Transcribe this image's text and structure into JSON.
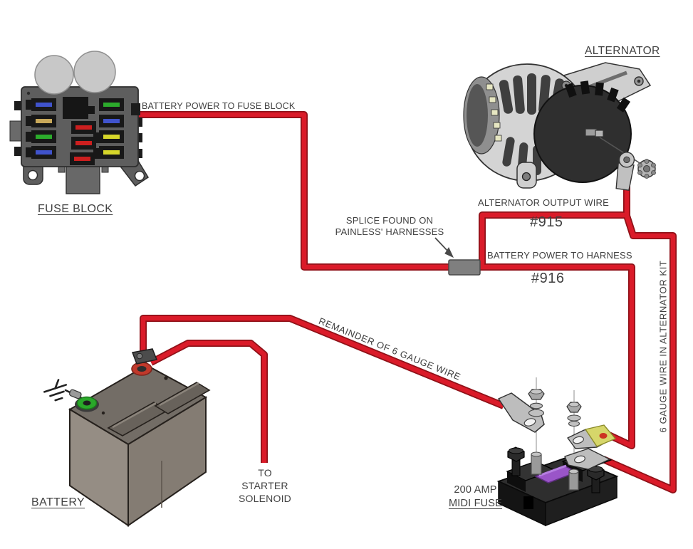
{
  "diagram_type": "automotive charging system wiring diagram",
  "labels": {
    "fuse_block": "FUSE BLOCK",
    "alternator": "ALTERNATOR",
    "battery": "BATTERY",
    "midi_fuse_amp": "200 AMP",
    "midi_fuse_name": "MIDI FUSE",
    "battery_power_to_fuse_block": "BATTERY POWER TO FUSE BLOCK",
    "alternator_output_wire": "ALTERNATOR OUTPUT WIRE",
    "wire_915": "#915",
    "splice_line1": "SPLICE FOUND ON",
    "splice_line2": "PAINLESS' HARNESSES",
    "battery_power_to_harness": "BATTERY POWER TO HARNESS",
    "wire_916": "#916",
    "six_gauge_alt_kit": "6 GAUGE WIRE IN ALTERNATOR KIT",
    "remainder_6_gauge": "REMAINDER OF 6 GAUGE WIRE",
    "to_starter_line1": "TO",
    "to_starter_line2": "STARTER",
    "to_starter_line3": "SOLENOID"
  },
  "colors": {
    "wire_red": "#da1b29",
    "wire_red_outline": "#8f1118",
    "label_text": "#414141",
    "splice_gray": "#7f7f7f",
    "fuse_block_gray": "#5e5e5e",
    "midi_fuse_black": "#1f1f1f",
    "midi_fuse_purple": "#9a55c8",
    "terminal_yellow": "#d6d66a",
    "battery_green_terminal": "#2aa82a",
    "battery_positive_red": "#c0392b",
    "fuse_colors_left_column": [
      "#4053cc",
      "#c8a85a",
      "#2cab2c",
      "#4053cc"
    ],
    "fuse_colors_middle_column": [
      "#cc1f1f",
      "#cc1f1f",
      "#cc1f1f"
    ],
    "fuse_colors_right_column": [
      "#2cab2c",
      "#4053cc",
      "#d6d62a",
      "#d6d62a"
    ]
  },
  "connections": [
    "battery positive to fuse block (red wire)",
    "alternator output #915 to splice",
    "splice to battery power harness #916 to MIDI fuse",
    "battery to MIDI fuse (remainder of 6 gauge wire)",
    "battery positive to starter solenoid",
    "alternator 6 gauge kit wire to MIDI fuse"
  ]
}
